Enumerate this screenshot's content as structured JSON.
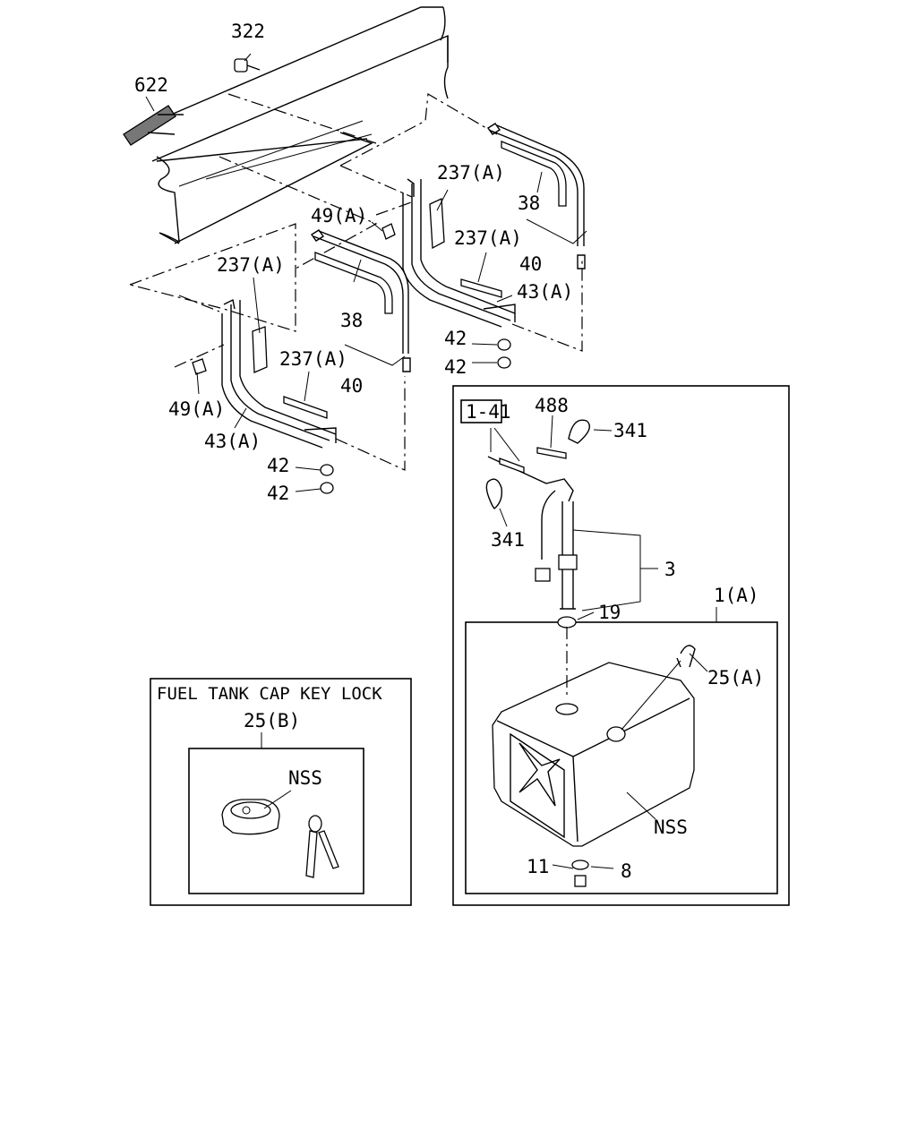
{
  "labels": {
    "bolt_322": "322",
    "plate_622": "622",
    "pad_237a_1": "237(A)",
    "pad_237a_2": "237(A)",
    "pad_237a_3": "237(A)",
    "pad_237a_4": "237(A)",
    "nut_49a_1": "49(A)",
    "nut_49a_2": "49(A)",
    "strap_38_1": "38",
    "strap_38_2": "38",
    "strap_40_1": "40",
    "strap_40_2": "40",
    "bracket_43a_1": "43(A)",
    "bracket_43a_2": "43(A)",
    "nut_42_1": "42",
    "nut_42_2": "42",
    "nut_42_3": "42",
    "nut_42_4": "42",
    "ref_1_41": "1-41",
    "hose_488": "488",
    "clip_341_1": "341",
    "clip_341_2": "341",
    "gauge_3": "3",
    "gasket_19": "19",
    "tank_1a": "1(A)",
    "cap_25a": "25(A)",
    "tank_nss": "NSS",
    "plug_11": "11",
    "washer_8": "8"
  },
  "inset": {
    "title": "FUEL TANK CAP KEY LOCK",
    "part": "25(B)",
    "nss": "NSS"
  }
}
